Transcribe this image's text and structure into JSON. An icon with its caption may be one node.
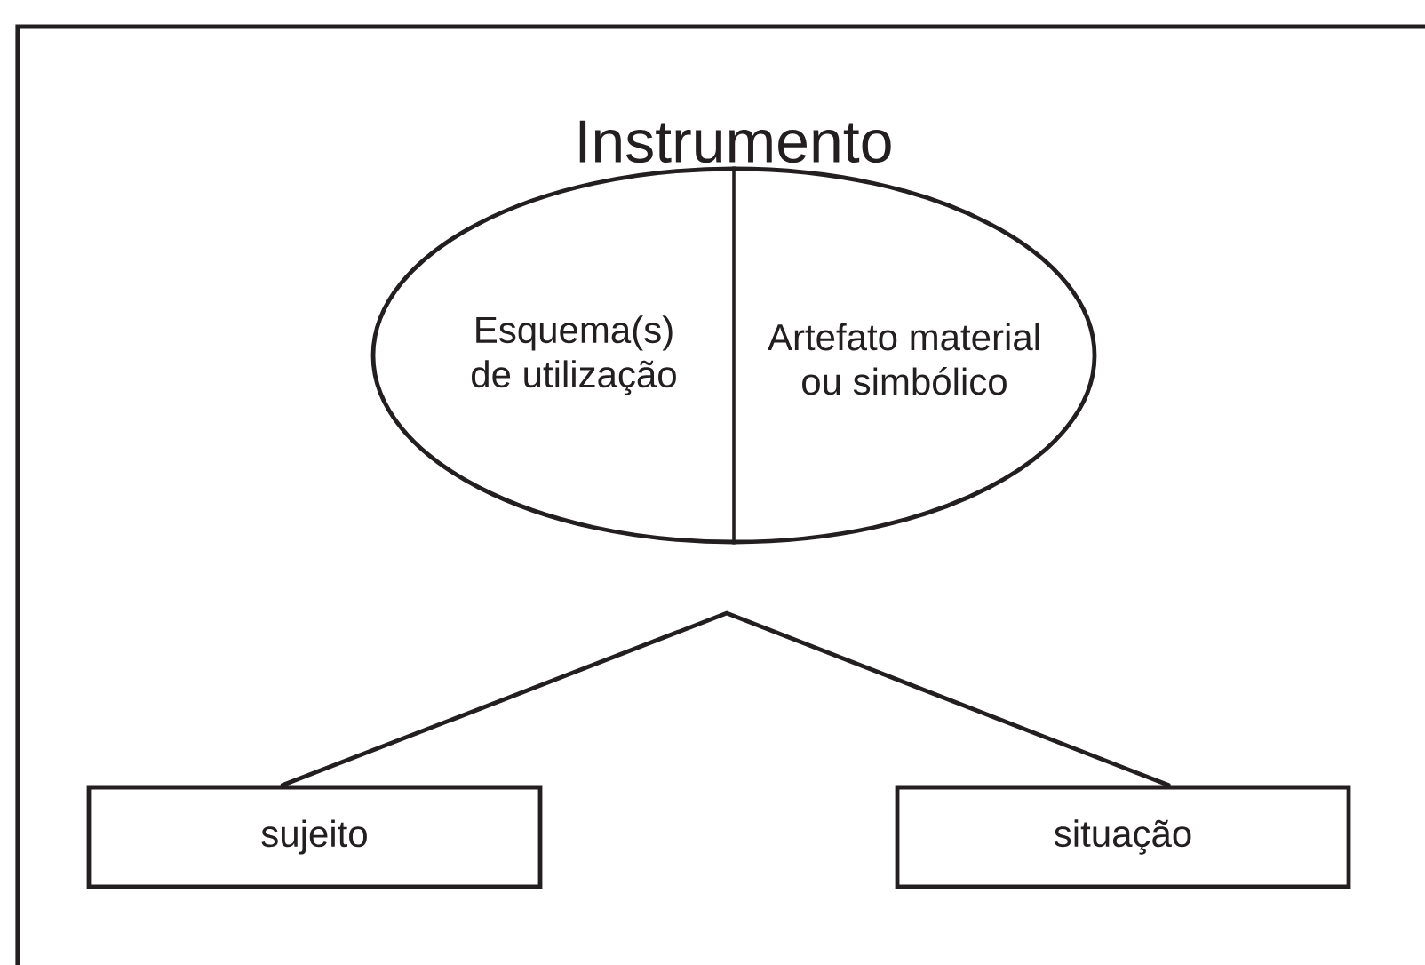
{
  "diagram": {
    "nodes": [
      {
        "text": [
          "Instrumento"
        ]
      },
      {
        "text": [
          "Esquema(s) de utilização"
        ],
        "in": 0
      },
      {
        "text": [
          "Artefato material ou simbólico"
        ],
        "in": 0
      },
      {
        "text": [
          "sujeito"
        ]
      },
      {
        "text": [
          "situação"
        ]
      }
    ],
    "edges": [
      {
        "from": 3,
        "to": 4,
        "arrow": "none"
      }
    ]
  }
}
